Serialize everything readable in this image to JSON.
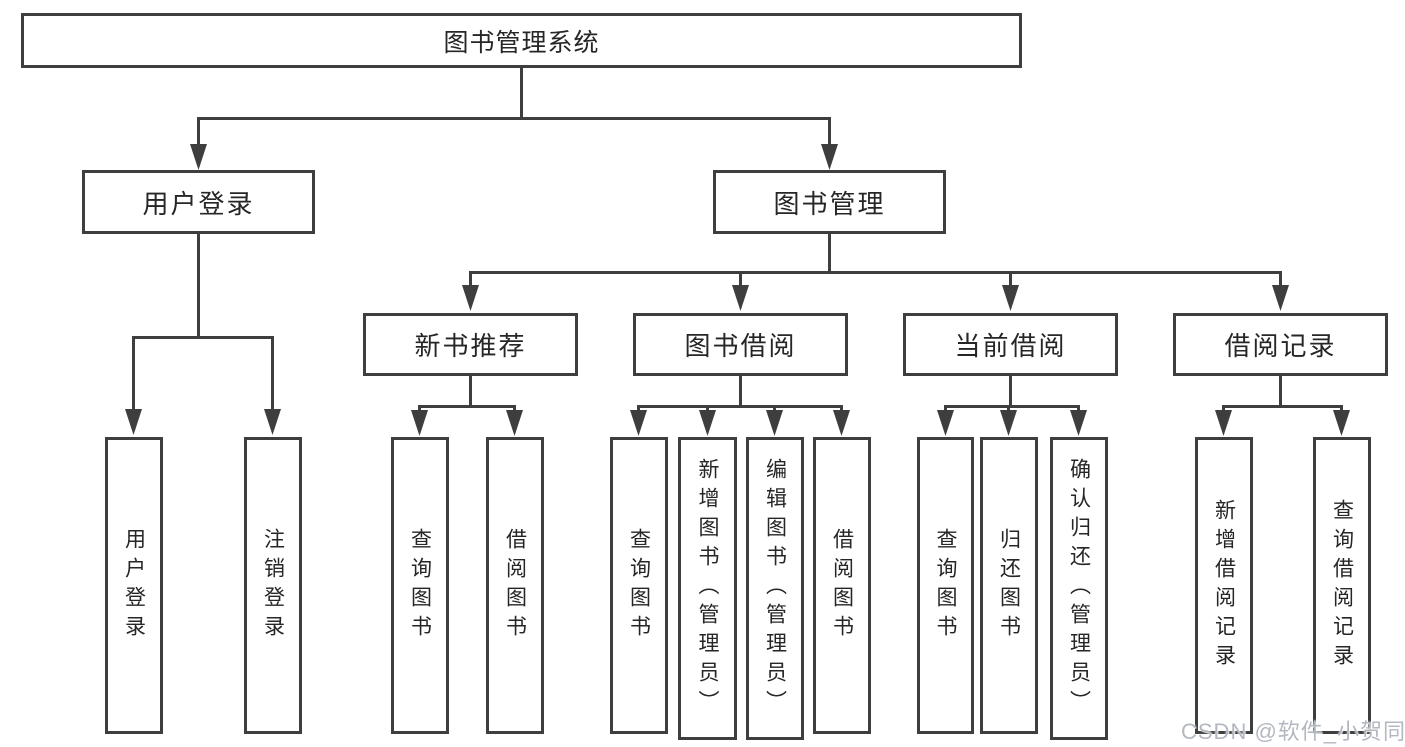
{
  "diagram_type": "hierarchy-tree",
  "colors": {
    "line": "#3e3e3e",
    "text": "#262626",
    "background": "#ffffff",
    "watermark": "#b3b8c0"
  },
  "tree": {
    "root": "图书管理系统",
    "user": {
      "label": "用户登录",
      "leaves": [
        "用户登录",
        "注销登录"
      ]
    },
    "mgmt": {
      "label": "图书管理",
      "groups": [
        {
          "label": "新书推荐",
          "leaves": [
            "查询图书",
            "借阅图书"
          ]
        },
        {
          "label": "图书借阅",
          "leaves": [
            "查询图书",
            "新增图书（管理员）",
            "编辑图书（管理员）",
            "借阅图书"
          ]
        },
        {
          "label": "当前借阅",
          "leaves": [
            "查询图书",
            "归还图书",
            "确认归还（管理员）"
          ]
        },
        {
          "label": "借阅记录",
          "leaves": [
            "新增借阅记录",
            "查询借阅记录"
          ]
        }
      ]
    }
  },
  "watermark": "CSDN @软件_小贺同学"
}
